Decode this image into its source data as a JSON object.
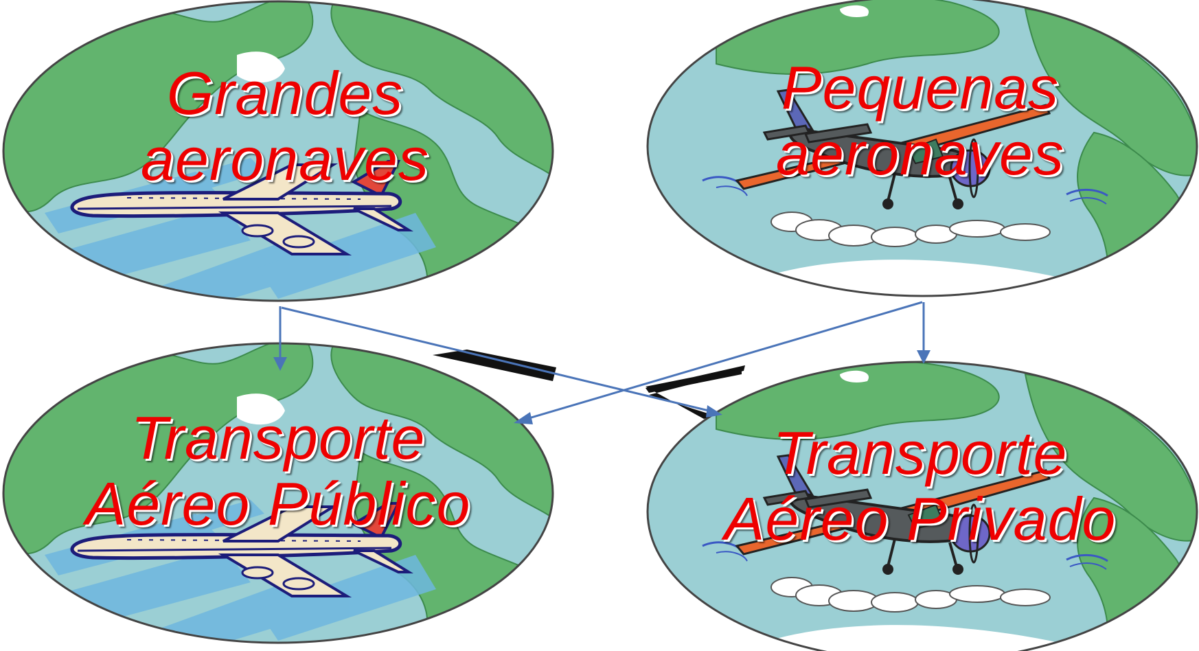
{
  "nodes": {
    "large_aircraft": {
      "line1": "Grandes",
      "line2": "aeronaves"
    },
    "small_aircraft": {
      "line1": "Pequenas",
      "line2": "aeronaves"
    },
    "public_transport": {
      "line1": "Transporte",
      "line2": "Aéreo Público"
    },
    "private_transport": {
      "line1": "Transporte",
      "line2": "Aéreo Privado"
    }
  },
  "colors": {
    "ocean": "#9bcfd4",
    "land": "#62b46e",
    "ice": "#ffffff",
    "text": "#ee0000",
    "arrow": "#4a74b8"
  },
  "icons": {
    "large_aircraft": "jet-airliner-icon",
    "small_aircraft": "propeller-plane-icon"
  }
}
